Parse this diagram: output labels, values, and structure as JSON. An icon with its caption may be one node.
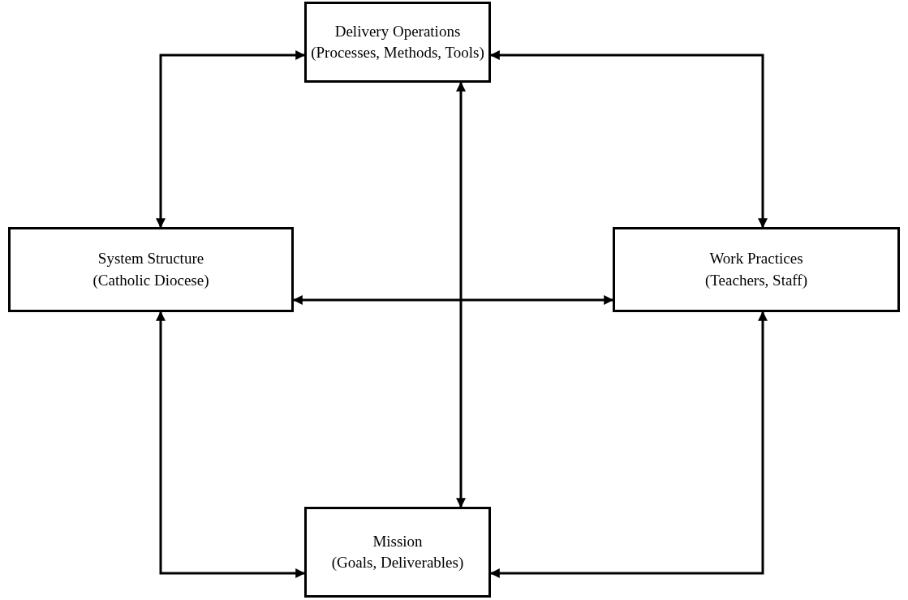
{
  "diagram": {
    "nodes": [
      {
        "text": [
          "Delivery Operations",
          "(Processes, Methods, Tools)"
        ]
      },
      {
        "text": [
          "System Structure",
          "(Catholic Diocese)"
        ]
      },
      {
        "text": [
          "Work Practices",
          "(Teachers, Staff)"
        ]
      },
      {
        "text": [
          "Mission",
          "(Goals, Deliverables)"
        ]
      }
    ],
    "edges": [
      {
        "from": 0,
        "to": 1,
        "arrow": "both"
      },
      {
        "from": 0,
        "to": 2,
        "arrow": "both"
      },
      {
        "from": 0,
        "to": 3,
        "arrow": "both"
      },
      {
        "from": 1,
        "to": 2,
        "arrow": "both"
      },
      {
        "from": 1,
        "to": 3,
        "arrow": "both"
      },
      {
        "from": 2,
        "to": 3,
        "arrow": "both"
      }
    ]
  }
}
